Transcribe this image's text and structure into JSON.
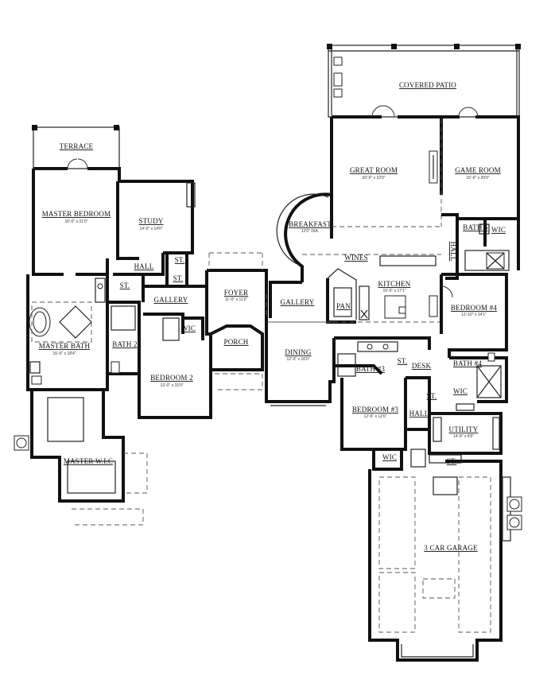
{
  "rooms": {
    "terrace": {
      "name": "TERRACE",
      "dim": ""
    },
    "master_bedroom": {
      "name": "MASTER BEDROOM",
      "dim": "16'-0\" x 21'0\""
    },
    "study": {
      "name": "STUDY",
      "dim": "14'-0\" x 14'0\""
    },
    "hall_left": {
      "name": "HALL",
      "dim": ""
    },
    "st_study": {
      "name": "ST.",
      "dim": ""
    },
    "st_gallery": {
      "name": "ST.",
      "dim": ""
    },
    "st_masterbath": {
      "name": "ST.",
      "dim": ""
    },
    "gallery_left": {
      "name": "GALLERY",
      "dim": ""
    },
    "foyer": {
      "name": "FOYER",
      "dim": "11'-0\" x 11'0\""
    },
    "gallery_center": {
      "name": "GALLERY",
      "dim": ""
    },
    "master_bath": {
      "name": "MASTER BATH",
      "dim": "15'-6\" x 18'4\""
    },
    "bath2": {
      "name": "BATH 2",
      "dim": ""
    },
    "wic_bed2": {
      "name": "WIC",
      "dim": ""
    },
    "porch": {
      "name": "PORCH",
      "dim": ""
    },
    "bedroom2": {
      "name": "BEDROOM 2",
      "dim": "13'-0\" x 15'0\""
    },
    "master_wic": {
      "name": "MASTER W.I.C",
      "dim": ""
    },
    "covered_patio": {
      "name": "COVERED PATIO",
      "dim": ""
    },
    "great_room": {
      "name": "GREAT ROOM",
      "dim": "20'-0\" x 22'0\""
    },
    "game_room": {
      "name": "GAME ROOM",
      "dim": "15'-0\" x 20'0\""
    },
    "breakfast": {
      "name": "BREAKFAST",
      "dim": "12'0\" DIA."
    },
    "wines": {
      "name": "WINES",
      "dim": ""
    },
    "kitchen": {
      "name": "KITCHEN",
      "dim": "15'-6\" x 17'1\""
    },
    "pan": {
      "name": "PAN",
      "dim": ""
    },
    "dining": {
      "name": "DINING",
      "dim": "12'-0\" x 16'0\""
    },
    "bath5": {
      "name": "BATH 5",
      "dim": ""
    },
    "wic_game": {
      "name": "WIC",
      "dim": ""
    },
    "hall_right": {
      "name": "HALL",
      "dim": ""
    },
    "bedroom4": {
      "name": "BEDROOM #4",
      "dim": "12'-10\" x 14'1\""
    },
    "bath3": {
      "name": "BATH #3",
      "dim": ""
    },
    "st_bath3": {
      "name": "ST.",
      "dim": ""
    },
    "desk": {
      "name": "DESK",
      "dim": ""
    },
    "bath4": {
      "name": "BATH #4",
      "dim": ""
    },
    "wic_bath4": {
      "name": "WIC",
      "dim": ""
    },
    "st_hall": {
      "name": "ST.",
      "dim": ""
    },
    "hall_lower": {
      "name": "HALL",
      "dim": ""
    },
    "bedroom3": {
      "name": "BEDROOM #3",
      "dim": "12'-6\" x 12'6\""
    },
    "utility": {
      "name": "UTILITY",
      "dim": "14'-8\" x 8'6\""
    },
    "wic_bed3": {
      "name": "WIC",
      "dim": ""
    },
    "st_garage": {
      "name": "ST.",
      "dim": ""
    },
    "garage": {
      "name": "3 CAR GARAGE",
      "dim": ""
    }
  }
}
